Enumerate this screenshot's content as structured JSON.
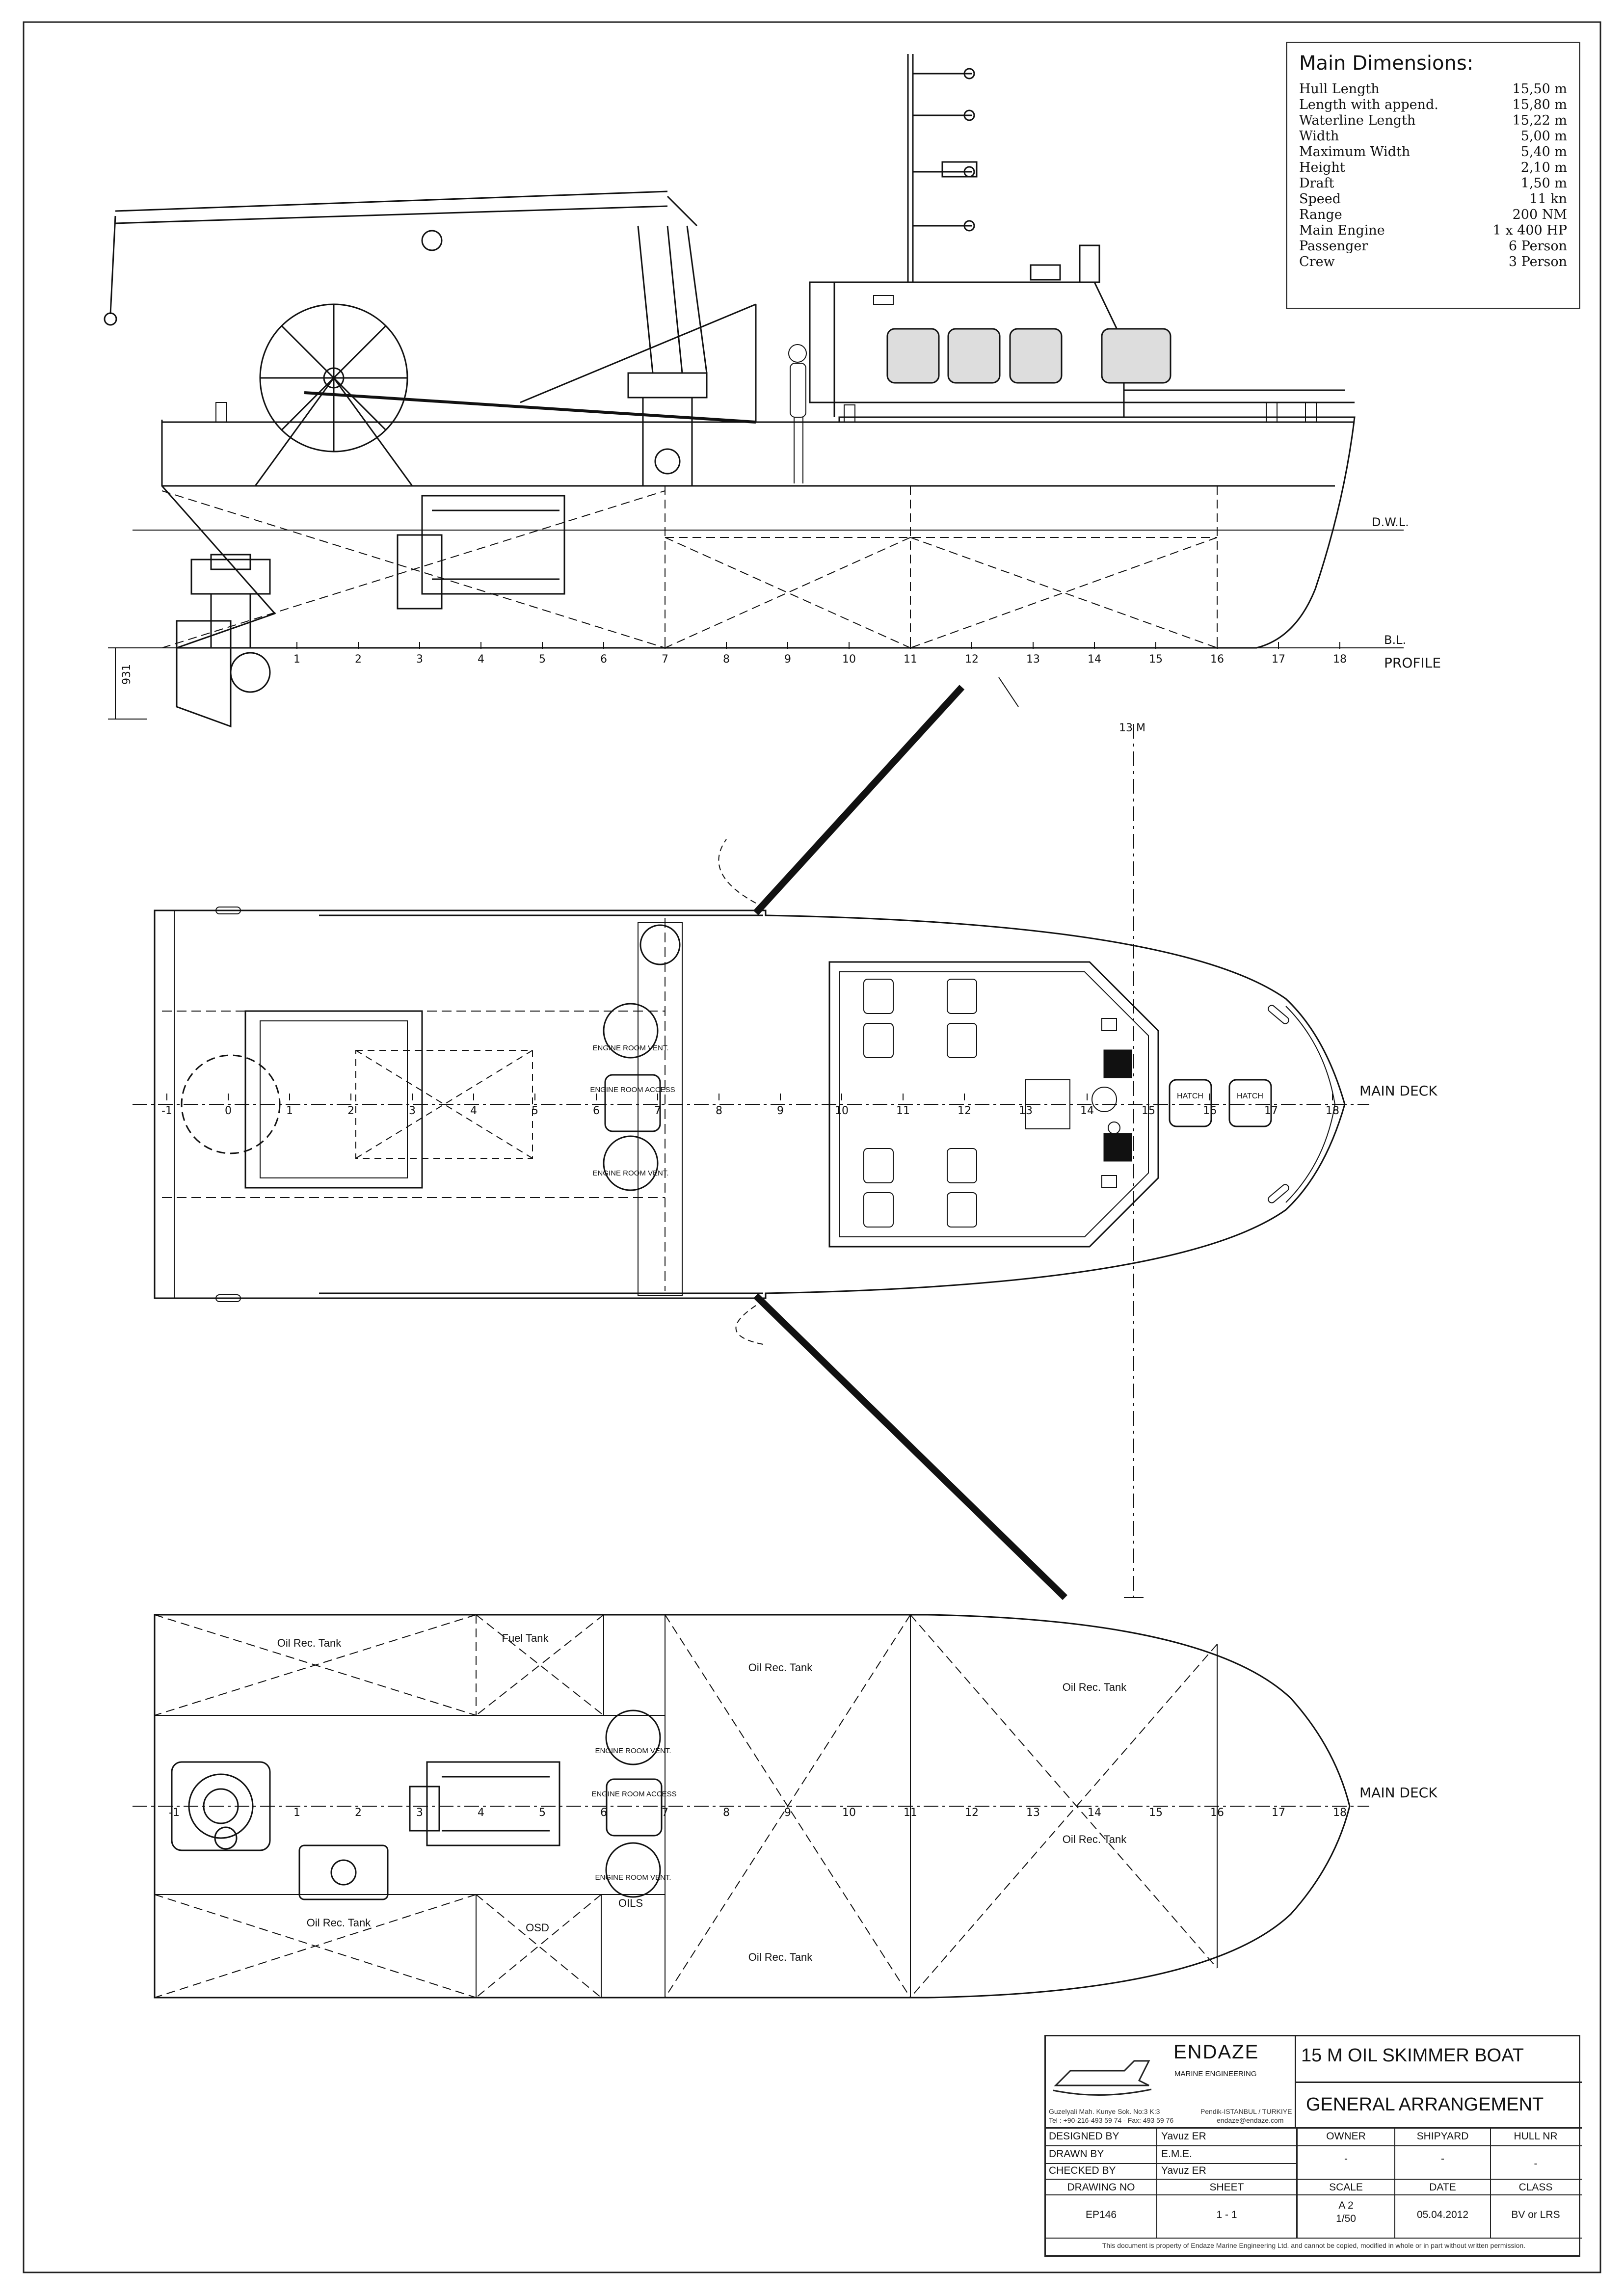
{
  "main_dimensions": {
    "title": "Main Dimensions:",
    "rows": [
      {
        "label": "Hull Length",
        "value": "15,50 m"
      },
      {
        "label": "Length with append.",
        "value": "15,80 m"
      },
      {
        "label": "Waterline Length",
        "value": "15,22 m"
      },
      {
        "label": "Width",
        "value": "5,00 m"
      },
      {
        "label": "Maximum Width",
        "value": "5,40 m"
      },
      {
        "label": "Height",
        "value": "2,10 m"
      },
      {
        "label": "Draft",
        "value": "1,50 m"
      },
      {
        "label": "Speed",
        "value": "11 kn"
      },
      {
        "label": "Range",
        "value": "200 NM"
      },
      {
        "label": "Main Engine",
        "value": "1 x 400 HP"
      },
      {
        "label": "Passenger",
        "value": "6 Person"
      },
      {
        "label": "Crew",
        "value": "3 Person"
      }
    ]
  },
  "profile": {
    "label": "PROFILE",
    "dwl": "D.W.L.",
    "bl": "B.L.",
    "stations": [
      "1",
      "2",
      "3",
      "4",
      "5",
      "6",
      "7",
      "8",
      "9",
      "10",
      "11",
      "12",
      "13",
      "14",
      "15",
      "16",
      "17",
      "18"
    ],
    "dim_931": "931",
    "dim_13m": "13 M"
  },
  "main_deck": {
    "label": "MAIN DECK",
    "stations": [
      "-1",
      "0",
      "1",
      "2",
      "3",
      "4",
      "5",
      "6",
      "7",
      "8",
      "9",
      "10",
      "11",
      "12",
      "13",
      "14",
      "15",
      "16",
      "17",
      "18"
    ],
    "engine_room_vent_top": "ENGINE ROOM VENT.",
    "engine_room_access": "ENGINE ROOM ACCESS",
    "engine_room_vent_bottom": "ENGINE ROOM VENT.",
    "hatch_1": "HATCH",
    "hatch_2": "HATCH"
  },
  "tank_plan": {
    "label": "MAIN DECK",
    "stations": [
      "-1",
      "1",
      "2",
      "3",
      "4",
      "5",
      "6",
      "7",
      "8",
      "9",
      "10",
      "11",
      "12",
      "13",
      "14",
      "15",
      "16",
      "17",
      "18"
    ],
    "tanks": {
      "oil_rec_1": "Oil Rec. Tank",
      "fuel": "Fuel Tank",
      "oil_rec_2": "Oil Rec. Tank",
      "oil_rec_3": "Oil Rec. Tank",
      "oil_rec_4": "Oil Rec. Tank",
      "oil_rec_5": "Oil Rec. Tank",
      "oil_rec_6": "Oil Rec. Tank",
      "osd": "OSD",
      "oils": "OILS"
    },
    "vent_top": "ENGINE ROOM VENT.",
    "access": "ENGINE ROOM ACCESS",
    "vent_bottom": "ENGINE ROOM VENT."
  },
  "title_block": {
    "company": "ENDAZE",
    "company_sub": "MARINE ENGINEERING",
    "address_1": "Guzelyali Mah. Kunye Sok. No:3 K:3",
    "address_2": "Tel : +90-216-493 59 74 - Fax: 493 59 76",
    "city": "Pendik-ISTANBUL / TURKIYE",
    "email": "endaze@endaze.com",
    "project": "15 M OIL SKIMMER BOAT",
    "drawing_title": "GENERAL ARRANGEMENT",
    "designed_by_label": "DESIGNED BY",
    "designed_by": "Yavuz ER",
    "drawn_by_label": "DRAWN BY",
    "drawn_by": "E.M.E.",
    "checked_by_label": "CHECKED BY",
    "checked_by": "Yavuz ER",
    "owner_label": "OWNER",
    "owner": "-",
    "shipyard_label": "SHIPYARD",
    "shipyard": "-",
    "hull_nr_label": "HULL NR",
    "hull_nr": "-",
    "drawing_no_label": "DRAWING NO",
    "drawing_no": "EP146",
    "sheet_label": "SHEET",
    "sheet": "1 - 1",
    "scale_label": "SCALE",
    "scale_1": "A 2",
    "scale_2": "1/50",
    "date_label": "DATE",
    "date": "05.04.2012",
    "class_label": "CLASS",
    "class": "BV or LRS",
    "footer": "This document is property of Endaze Marine Engineering Ltd. and cannot be copied, modified in whole or in part without written permission."
  }
}
